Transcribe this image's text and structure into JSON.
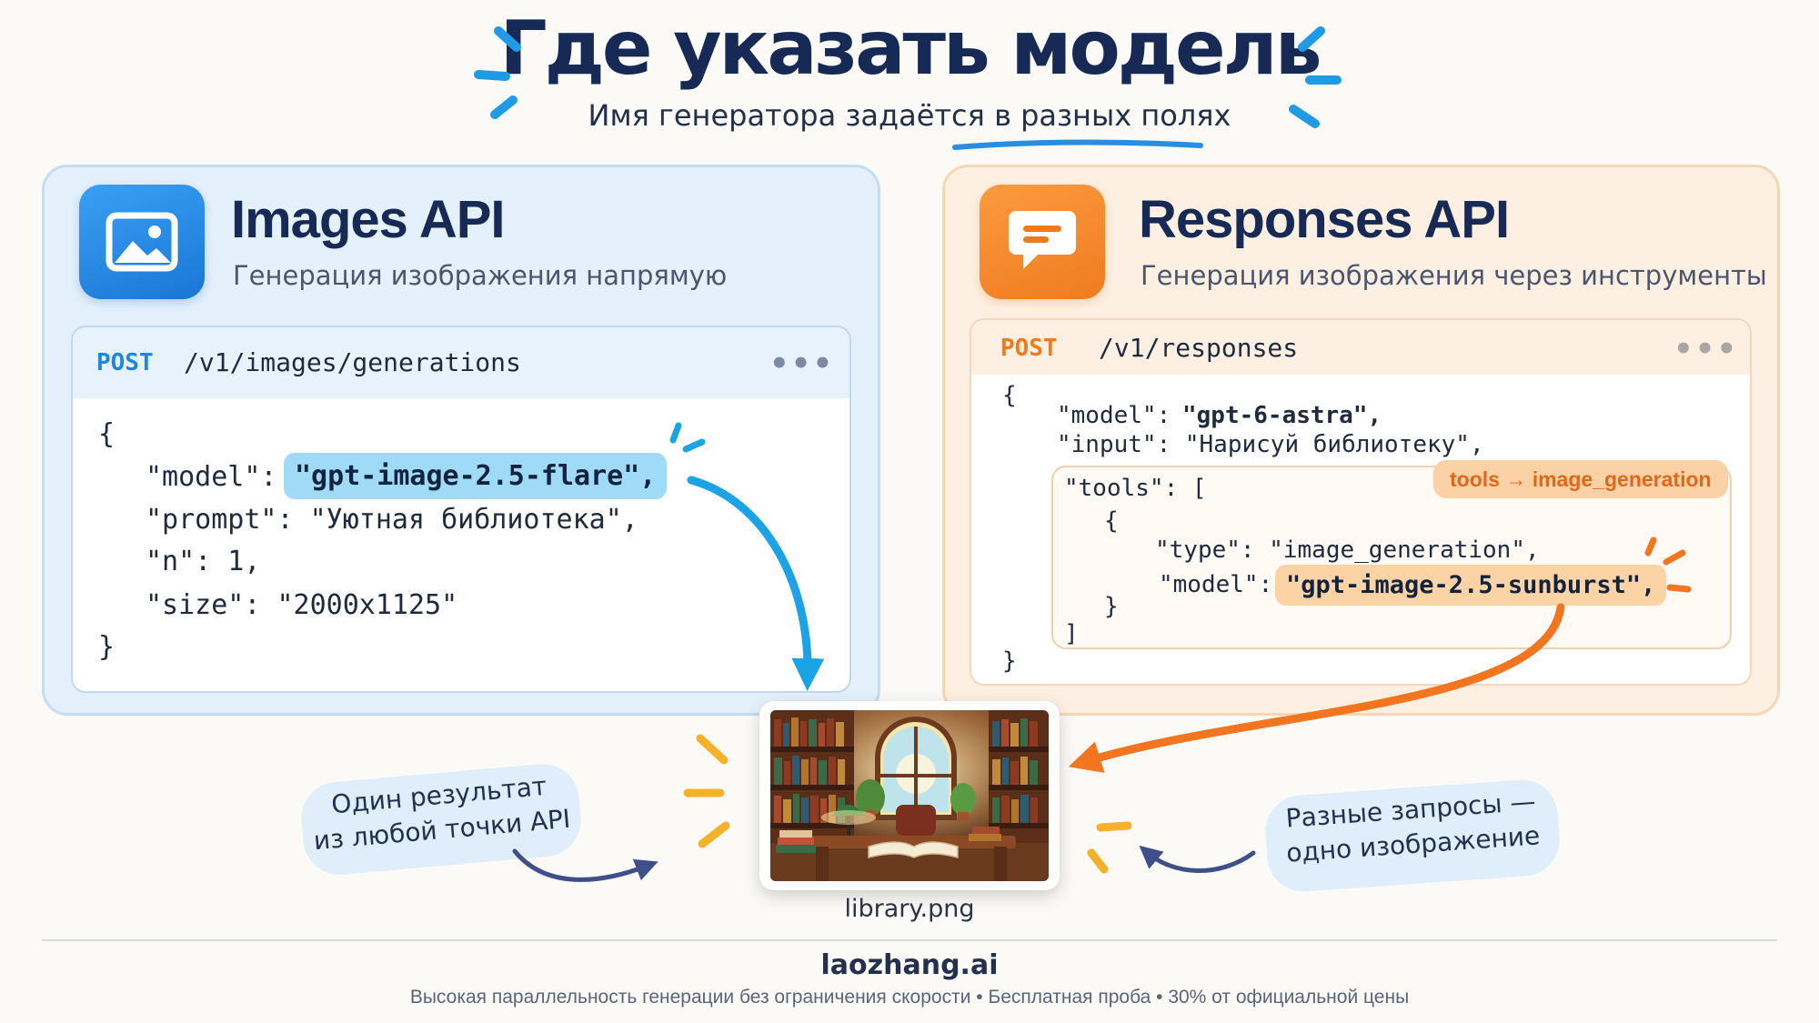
{
  "header": {
    "title": "Где указать модель",
    "subtitle": "Имя генератора задаётся в разных полях"
  },
  "images_api": {
    "title": "Images API",
    "subtitle": "Генерация изображения напрямую",
    "icon": "image-icon",
    "request": {
      "method": "POST",
      "path": "/v1/images/generations",
      "menu": "•••"
    },
    "code": {
      "open": "{",
      "model_key": "\"model\": ",
      "model_value": "\"gpt-image-2.5-flare\",",
      "prompt_line": "\"prompt\": \"Уютная библиотека\",",
      "n_line": "\"n\": 1,",
      "size_line": "\"size\": \"2000x1125\"",
      "close": "}"
    },
    "accent": "#1f86e0"
  },
  "responses_api": {
    "title": "Responses API",
    "subtitle": "Генерация изображения через инструменты",
    "icon": "chat-icon",
    "request": {
      "method": "POST",
      "path": "/v1/responses",
      "menu": "•••"
    },
    "code": {
      "open": "{",
      "model_line_key": "\"model\": ",
      "model_line_value": "\"gpt-6-astra\",",
      "input_line": "\"input\": \"Нарисуй библиотеку\",",
      "tools_line": "\"tools\": [",
      "inner_open": "{",
      "type_line": "\"type\": \"image_generation\",",
      "tool_model_key": "\"model\": ",
      "tool_model_value": "\"gpt-image-2.5-sunburst\",",
      "inner_close": "}",
      "tools_close": "]",
      "close": "}"
    },
    "tools_tag": "tools → image_generation",
    "accent": "#f07b1f"
  },
  "result": {
    "file_name": "library.png"
  },
  "notes": {
    "left": [
      "Один результат",
      "из любой точки API"
    ],
    "right": [
      "Разные запросы —",
      "одно изображение"
    ]
  },
  "footer": {
    "brand": "laozhang.ai",
    "tagline": "Высокая параллельность генерации без ограничения скорости  •  Бесплатная проба  •  30% от официальной цены"
  }
}
